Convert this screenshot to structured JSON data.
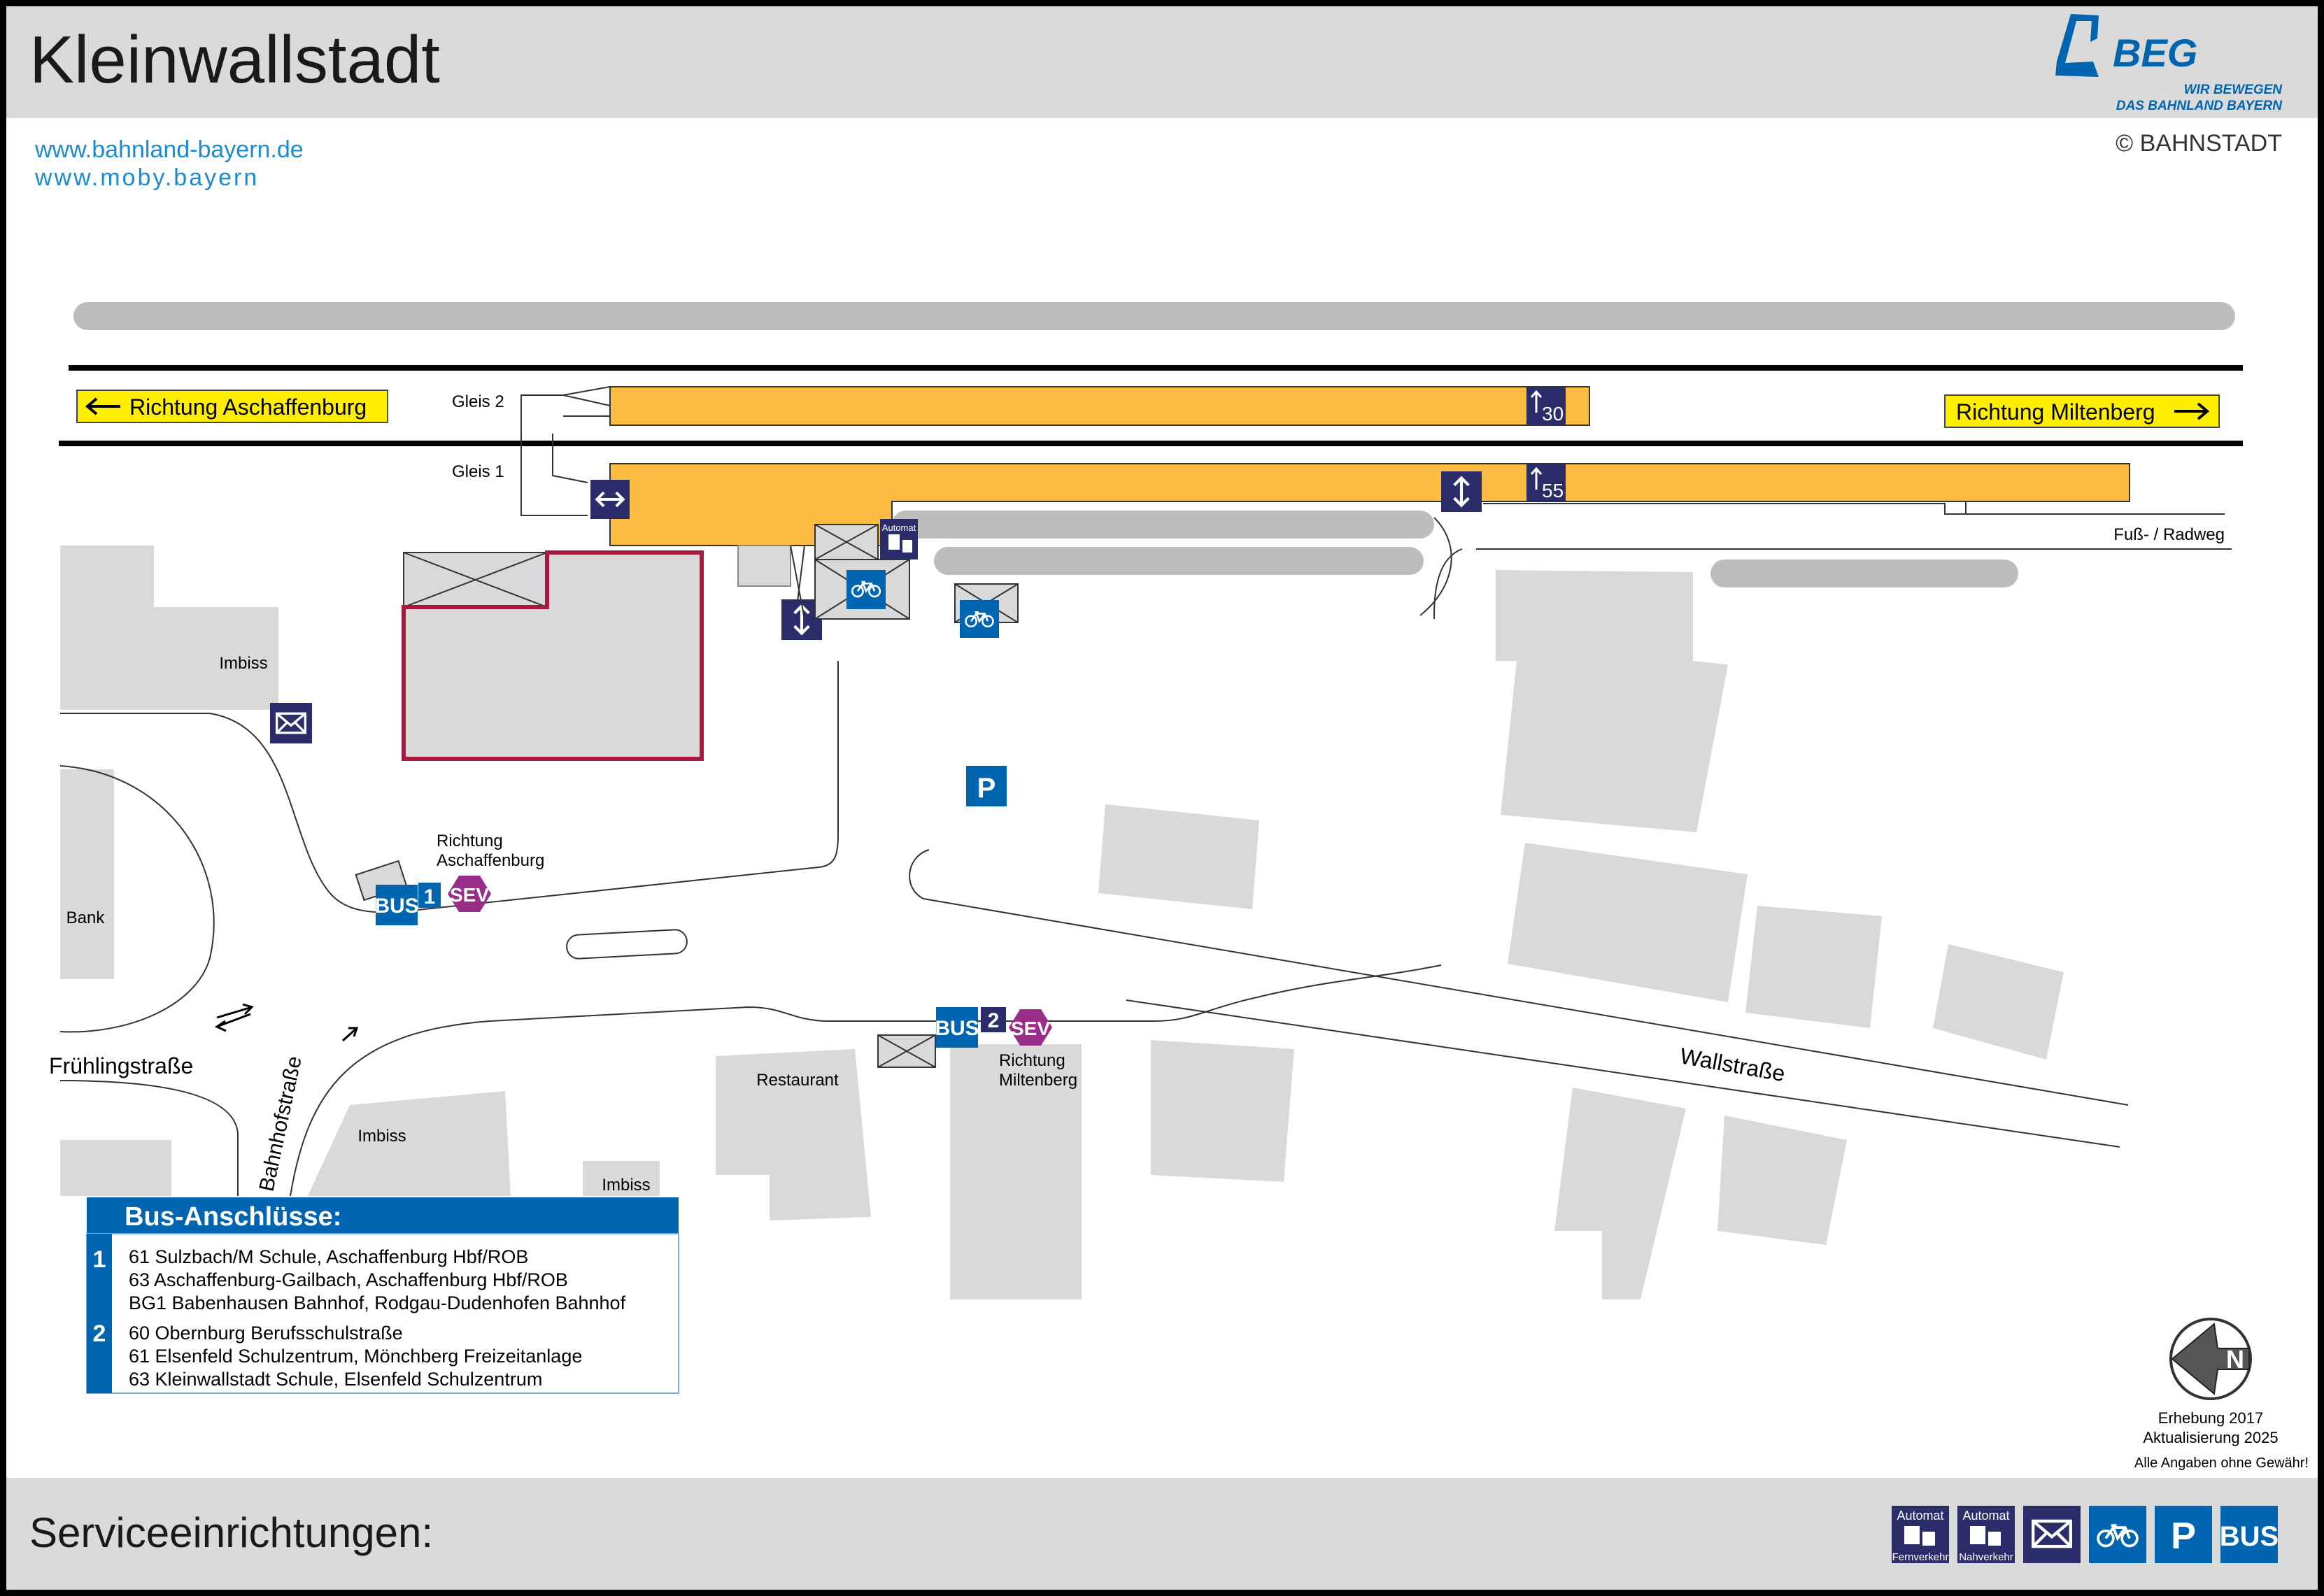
{
  "header": {
    "title": "Kleinwallstadt",
    "links": [
      "www.bahnland-bayern.de",
      "www.moby.bayern"
    ],
    "logo": {
      "name": "BEG",
      "tagline_1": "WIR BEWEGEN",
      "tagline_2": "DAS BAHNLAND BAYERN"
    },
    "copyright": "© BAHNSTADT"
  },
  "directions": {
    "west": "Richtung Aschaffenburg",
    "east": "Richtung Miltenberg"
  },
  "tracks": {
    "track_2": "Gleis 2",
    "track_1": "Gleis 1",
    "platform_height_2": "30",
    "platform_height_1": "55"
  },
  "labels": {
    "path": "Fuß- / Radweg",
    "imbiss_west": "Imbiss",
    "bank": "Bank",
    "imbiss_center": "Imbiss",
    "imbiss_small": "Imbiss",
    "restaurant": "Restaurant",
    "street_fruehling": "Frühlingstraße",
    "street_bahnhof": "Bahnhofstraße",
    "street_wall": "Wallstraße",
    "stop1_dir_a": "Richtung",
    "stop1_dir_b": "Aschaffenburg",
    "stop2_dir_a": "Richtung",
    "stop2_dir_b": "Miltenberg",
    "automat": "Automat",
    "bus": "BUS",
    "sev": "SEV",
    "parking": "P",
    "stop1": "1",
    "stop2": "2"
  },
  "bus_connections": {
    "title": "Bus-Anschlüsse:",
    "groups": [
      {
        "stop": "1",
        "lines": [
          "61 Sulzbach/M Schule, Aschaffenburg Hbf/ROB",
          "63 Aschaffenburg-Gailbach, Aschaffenburg Hbf/ROB",
          "BG1 Babenhausen Bahnhof, Rodgau-Dudenhofen Bahnhof"
        ]
      },
      {
        "stop": "2",
        "lines": [
          "60 Obernburg Berufsschulstraße",
          "61 Elsenfeld Schulzentrum, Mönchberg Freizeitanlage",
          "63 Kleinwallstadt Schule, Elsenfeld Schulzentrum"
        ]
      }
    ]
  },
  "footer": {
    "title": "Serviceeinrichtungen:",
    "survey": "Erhebung 2017",
    "update": "Aktualisierung 2025",
    "disclaimer": "Alle Angaben ohne Gewähr!",
    "north": "N",
    "services": [
      {
        "icon": "ticket-machine-long-distance-icon",
        "top": "Automat",
        "bottom": "Fernverkehr"
      },
      {
        "icon": "ticket-machine-regional-icon",
        "top": "Automat",
        "bottom": "Nahverkehr"
      },
      {
        "icon": "mailbox-icon"
      },
      {
        "icon": "bike-parking-icon"
      },
      {
        "icon": "parking-icon",
        "label": "P"
      },
      {
        "icon": "bus-stop-icon",
        "label": "BUS"
      }
    ]
  },
  "colors": {
    "platform": "#fbbc41",
    "service_blue": "#0065b0",
    "dark_navy": "#2b2d6b",
    "sev": "#9b2d8a",
    "highlight_outline": "#a8193e",
    "direction_yellow": "#ffee00",
    "link_blue": "#1a8ccf",
    "band_gray": "#dadada",
    "building_gray": "#d9d9d9",
    "vegetation_gray": "#bdbdbd"
  }
}
